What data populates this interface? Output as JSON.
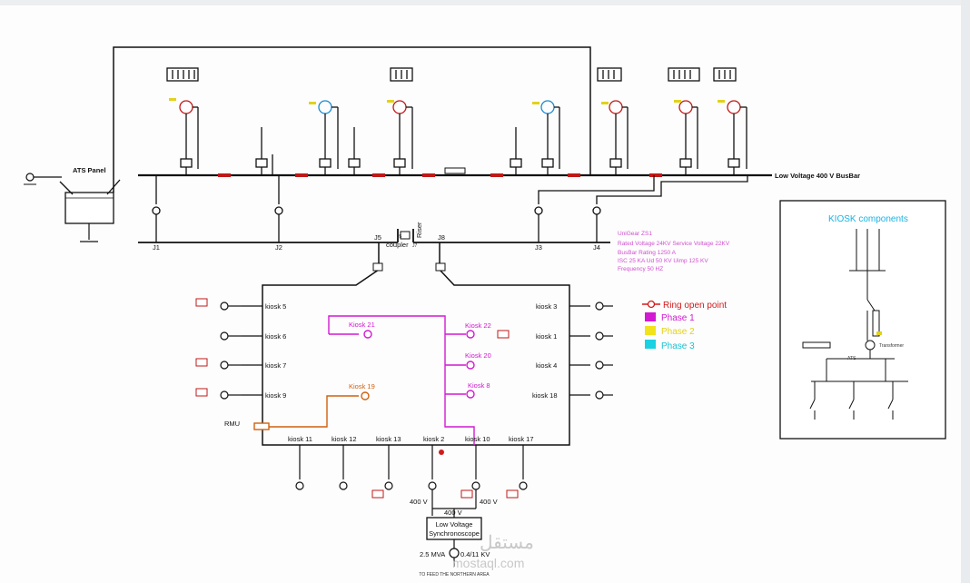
{
  "busbar": {
    "label": "Low Voltage 400 V BusBar",
    "ats_label": "ATS Panel",
    "coupler_label": "coupler",
    "riser_label": "Riser",
    "j5": "J5",
    "j5b": "J5",
    "j7": "J7",
    "j8": "J8",
    "j1": "J1",
    "j2": "J2",
    "j3": "J3",
    "j4": "J4"
  },
  "specs": {
    "line1": "UniGear ZS1",
    "line2": "Rated Voltage 24KV   Service Voltage 22KV",
    "line3": "BusBar Rating  1250 A",
    "line4": "ISC   25 KA   Ud 50 KV   Uimp 125 KV",
    "line5": "Frequency 50 HZ"
  },
  "legend": {
    "ring_open": "Ring open point",
    "phase1": "Phase 1",
    "phase2": "Phase 2",
    "phase3": "Phase 3",
    "colors": {
      "ring": "#d21a1a",
      "phase1": "#d21ad2",
      "phase2": "#f2e21a",
      "phase3": "#1ad2e2"
    }
  },
  "kiosks": {
    "k5": "kiosk 5",
    "k6": "kiosk 6",
    "k7": "kiosk 7",
    "k9": "kiosk 9",
    "k3": "kiosk 3",
    "k1": "kiosk 1",
    "k4": "kiosk 4",
    "k18": "kiosk 18",
    "k11": "kiosk 11",
    "k12": "kiosk 12",
    "k13": "kiosk 13",
    "k2": "kiosk 2",
    "k10": "kiosk 10",
    "k17": "kiosk 17",
    "k21": "Kiosk 21",
    "k22": "Kiosk 22",
    "k20": "Kiosk 20",
    "k8": "Kiosk 8",
    "k19": "Kiosk 19",
    "rmu": "RMU"
  },
  "bottom": {
    "v_left": "400 V",
    "v_right": "400 V",
    "v_mid": "400 V",
    "sync_line1": "Low Voltage",
    "sync_line2": "Synchronoscope",
    "mva": "2.5 MVA",
    "kv": "0.4/11 KV",
    "feed": "TO FEED THE NORTHERN AREA"
  },
  "panel": {
    "title": "KIOSK components",
    "transformer": "Transformer",
    "ats": "ATS"
  },
  "watermark": {
    "arabic": "مستقل",
    "latin": "mostaql.com"
  }
}
